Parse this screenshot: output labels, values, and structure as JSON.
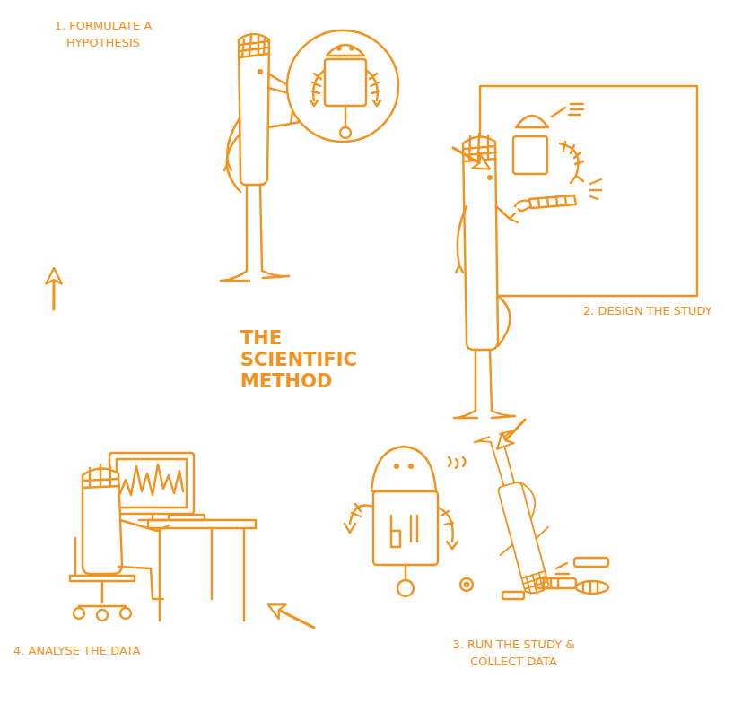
{
  "diagram": {
    "title": "THE SCIENTIFIC METHOD",
    "nodes": [
      {
        "text": [
          "1. FORMULATE A HYPOTHESIS"
        ]
      },
      {
        "text": [
          "2. DESIGN THE STUDY"
        ]
      },
      {
        "text": [
          "3. RUN THE STUDY & COLLECT DATA"
        ]
      },
      {
        "text": [
          "4. ANALYSE THE DATA"
        ]
      }
    ],
    "edges": [
      {
        "from": 0,
        "to": 1,
        "arrow": "to"
      },
      {
        "from": 1,
        "to": 2,
        "arrow": "to"
      },
      {
        "from": 2,
        "to": 3,
        "arrow": "to"
      },
      {
        "from": 3,
        "to": 0,
        "arrow": "to"
      }
    ]
  }
}
